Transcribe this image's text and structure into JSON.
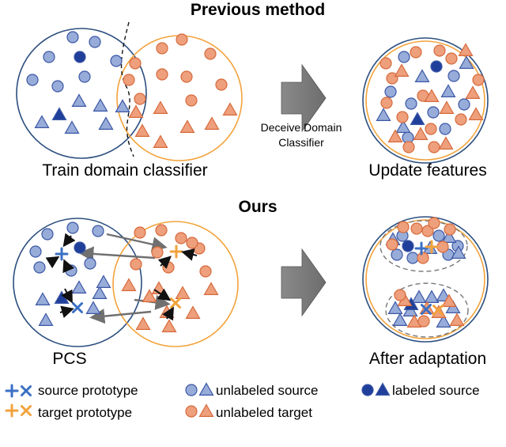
{
  "sections": {
    "previous": {
      "title": "Previous method",
      "left_caption": "Train domain classifier",
      "right_caption": "Update features",
      "arrow_label_line1": "Deceive Domain",
      "arrow_label_line2": "Classifier"
    },
    "ours": {
      "title": "Ours",
      "left_caption": "PCS",
      "right_caption": "After adaptation"
    }
  },
  "legend": {
    "source_prototype": "source prototype",
    "target_prototype": "target prototype",
    "unlabeled_source": "unlabeled source",
    "labeled_source": "labeled source",
    "unlabeled_target": "unlabeled target"
  },
  "colors": {
    "source_fill": "#97acd8",
    "source_stroke": "#3c57a6",
    "labeled_source": "#1f3f9a",
    "target_fill": "#ee9f7c",
    "target_stroke": "#d76a3c",
    "source_domain_circle": "#2b4e7f",
    "target_domain_circle": "#f3a33c",
    "proto_source": "#3a6fc4",
    "proto_target": "#f2a23c",
    "big_arrow": "#7f7f7f"
  }
}
